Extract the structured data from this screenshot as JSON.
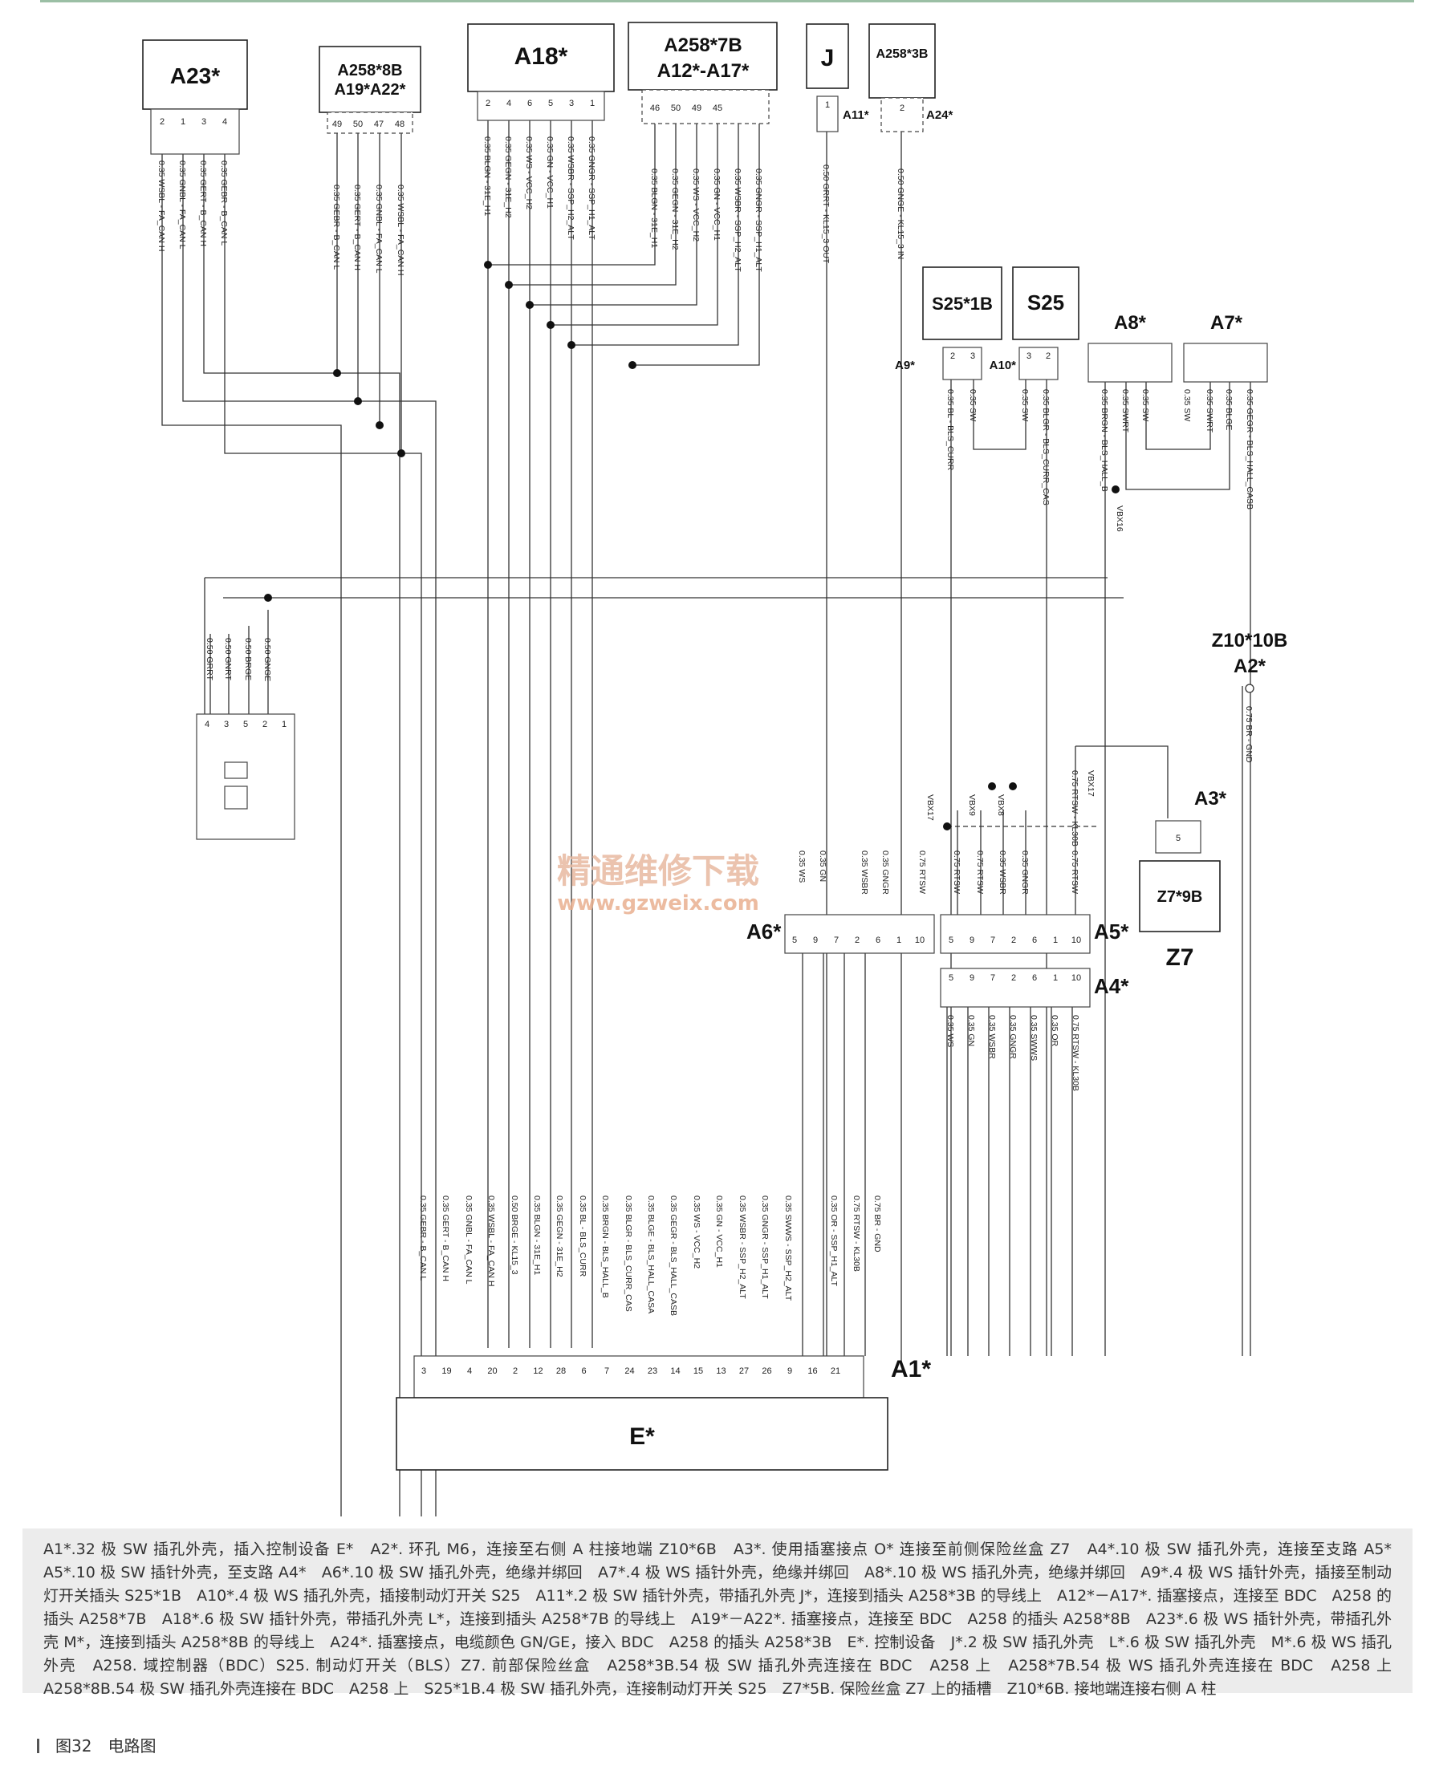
{
  "components": {
    "a23": "A23*",
    "a258_8b": [
      "A258*8B",
      "A19*A22*"
    ],
    "a18": "A18*",
    "a258_7b": [
      "A258*7B",
      "A12*-A17*"
    ],
    "j": "J",
    "a258_3b": "A258*3B",
    "s25_1b": "S25*1B",
    "s25": "S25",
    "a8": "A8*",
    "a7": "A7*",
    "z10": [
      "Z10*10B",
      "A2*"
    ],
    "a3": "A3*",
    "z7_9b": "Z7*9B",
    "z7": "Z7",
    "a6": "A6*",
    "a5": "A5*",
    "a4": "A4*",
    "a1": "A1*",
    "e": "E*"
  },
  "side_tags": {
    "a11": "A11*",
    "a24": "A24*",
    "a9": "A9*",
    "a10": "A10*"
  },
  "pins": {
    "a23": [
      "2",
      "1",
      "3",
      "4"
    ],
    "a258_8b": [
      "49",
      "50",
      "47",
      "48"
    ],
    "a18": [
      "2",
      "4",
      "6",
      "5",
      "3",
      "1"
    ],
    "a258_7b": [
      "46",
      "50",
      "49",
      "45"
    ],
    "j": [
      "1"
    ],
    "a258_3b": [
      "2"
    ],
    "s25_1b": [
      "2",
      "3"
    ],
    "s25": [
      "3",
      "2"
    ],
    "relay": [
      "4",
      "3",
      "5",
      "2",
      "1"
    ],
    "a6": [
      "5",
      "9",
      "7",
      "2",
      "6",
      "1",
      "10"
    ],
    "a5": [
      "5",
      "9",
      "7",
      "2",
      "6",
      "1",
      "10"
    ],
    "a4": [
      "5",
      "9",
      "7",
      "2",
      "6",
      "1",
      "10"
    ],
    "a3": [
      "5"
    ],
    "a1": [
      "3",
      "19",
      "4",
      "20",
      "2",
      "12",
      "28",
      "6",
      "7",
      "24",
      "23",
      "14",
      "15",
      "13",
      "27",
      "26",
      "9",
      "16",
      "21"
    ]
  },
  "wire_labels": {
    "a23": [
      "0.35 WSBL - FA_CAN H",
      "0.35 GNBL - FA_CAN L",
      "0.35 GERT - B_CAN H",
      "0.35 GEBR - B_CAN L"
    ],
    "a258_8b": [
      "0.35 GEBR - B_CAN L",
      "0.35 GERT - B_CAN H",
      "0.35 GNBL - FA_CAN L",
      "0.35 WSBL - FA_CAN H"
    ],
    "a18": [
      "0.35 BLGN - 31E_H1",
      "0.35 GEGN - 31E_H2",
      "0.35 WS - VCC_H2",
      "0.35 GN - VCC_H1",
      "0.35 WSBR - SSP_H2_ALT",
      "0.35 GNGR - SSP_H1_ALT"
    ],
    "a258_7b": [
      "0.35 BLGN - 31E_H1",
      "0.35 GEGN - 31E_H2",
      "0.35 WS - VCC_H2",
      "0.35 GN - VCC_H1",
      "0.35 WSBR - SSP_H2_ALT",
      "0.35 GNGR - SSP_H1_ALT"
    ],
    "j": "0.50 GRRT - KL15_3 OUT",
    "a258_3b": "0.50 GNGE - KL15_3 IN",
    "s25_1b": [
      "0.35 BL - BLS_CURR",
      "0.35 SW"
    ],
    "s25": [
      "0.35 SW",
      "0.35 BLGR - BLS_CURR_CAS"
    ],
    "a8": [
      "0.35 BRGN - BLS_HALL_B",
      "0.35 SWRT",
      "0.35 SW"
    ],
    "a7": [
      "0.35 SW",
      "0.35 SWRT",
      "0.35 BLGE",
      "0.35 GEGR - BLS_HALL_CASB"
    ],
    "vbx16": "VBX16",
    "relay": [
      "0.50 GRRT",
      "0.50 GNRT",
      "0.50 BRGE",
      "0.50 GNGE"
    ],
    "z10": "0.75 BR - GND",
    "z7_a3": [
      "0.75 RTSW - KL30B",
      "VBX17"
    ],
    "vbx": [
      "VBX17",
      "VBX9",
      "VBX8"
    ],
    "a6": [
      "0.35 WS",
      "0.35 GN",
      "0.35 WSBR",
      "0.35 GNGR",
      "0.75 RTSW"
    ],
    "a5": [
      "0.75 RTSW",
      "0.75 RTSW",
      "0.35 WSBR",
      "0.35 GNGR",
      "0.75 RTSW"
    ],
    "a4": [
      "0.35 WS",
      "0.35 GN",
      "0.35 WSBR",
      "0.35 GNGR",
      "0.35 SWWS",
      "0.35 OR",
      "0.75 RTSW - KL30B"
    ],
    "a1": [
      "0.35 GEBR - B_CAN L",
      "0.35 GERT - B_CAN H",
      "0.35 GNBL - FA_CAN L",
      "0.35 WSBL - FA_CAN H",
      "0.50 BRGE - KL15_3",
      "0.35 BLGN - 31E_H1",
      "0.35 GEGN - 31E_H2",
      "0.35 BL - BLS_CURR",
      "0.35 BRGN - BLS_HALL_B",
      "0.35 BLGR - BLS_CURR_CAS",
      "0.35 BLGE - BLS_HALL_CASA",
      "0.35 GEGR - BLS_HALL_CASB",
      "0.35 WS - VCC_H2",
      "0.35 GN - VCC_H1",
      "0.35 WSBR - SSP_H2_ALT",
      "0.35 GNGR - SSP_H1_ALT",
      "0.35 SWWS - SSP_H2_ALT",
      "0.35 OR - SSP_H1_ALT",
      "0.75 RTSW - KL30B",
      "0.75 BR - GND"
    ]
  },
  "watermark": {
    "cn": "精通维修下载",
    "url": "www.gzweix.com"
  },
  "caption": "A1*.32 极 SW 插孔外壳，插入控制设备 E*　A2*. 环孔 M6，连接至右侧 A 柱接地端 Z10*6B　A3*. 使用插塞接点 O* 连接至前侧保险丝盒 Z7　A4*.10 极 SW 插孔外壳，连接至支路 A5*　A5*.10 极 SW 插针外壳，至支路 A4*　A6*.10 极 SW 插孔外壳，绝缘并绑回　A7*.4 极 WS 插针外壳，绝缘并绑回　A8*.10 极 WS 插孔外壳，绝缘并绑回　A9*.4 极 WS 插针外壳，插接至制动灯开关插头 S25*1B　A10*.4 极 WS 插孔外壳，插接制动灯开关 S25　A11*.2 极 SW 插针外壳，带插孔外壳 J*，连接到插头 A258*3B 的导线上　A12*－A17*. 插塞接点，连接至 BDC　A258 的插头 A258*7B　A18*.6 极 SW 插针外壳，带插孔外壳 L*，连接到插头 A258*7B 的导线上　A19*－A22*. 插塞接点，连接至 BDC　A258 的插头 A258*8B　A23*.6 极 WS 插针外壳，带插孔外壳 M*，连接到插头 A258*8B 的导线上　A24*. 插塞接点，电缆颜色 GN/GE，接入 BDC　A258 的插头 A258*3B　E*. 控制设备　J*.2 极 SW 插孔外壳　L*.6 极 SW 插孔外壳　M*.6 极 WS 插孔外壳　A258. 域控制器（BDC）S25. 制动灯开关（BLS）Z7. 前部保险丝盒　A258*3B.54 极 SW 插孔外壳连接在 BDC　A258 上　A258*7B.54 极 WS 插孔外壳连接在 BDC　A258 上　A258*8B.54 极 SW 插孔外壳连接在 BDC　A258 上　S25*1B.4 极 SW 插孔外壳，连接制动灯开关 S25　Z7*5B. 保险丝盒 Z7 上的插槽　Z10*6B. 接地端连接右侧 A 柱",
  "figure_label": "图32　电路图",
  "colors": {
    "wire": "#333333",
    "watermark_cn": "#e8b9a0",
    "watermark_url": "#e9b090",
    "caption_bg": "#ececec",
    "rule": "#9bbfa5"
  }
}
